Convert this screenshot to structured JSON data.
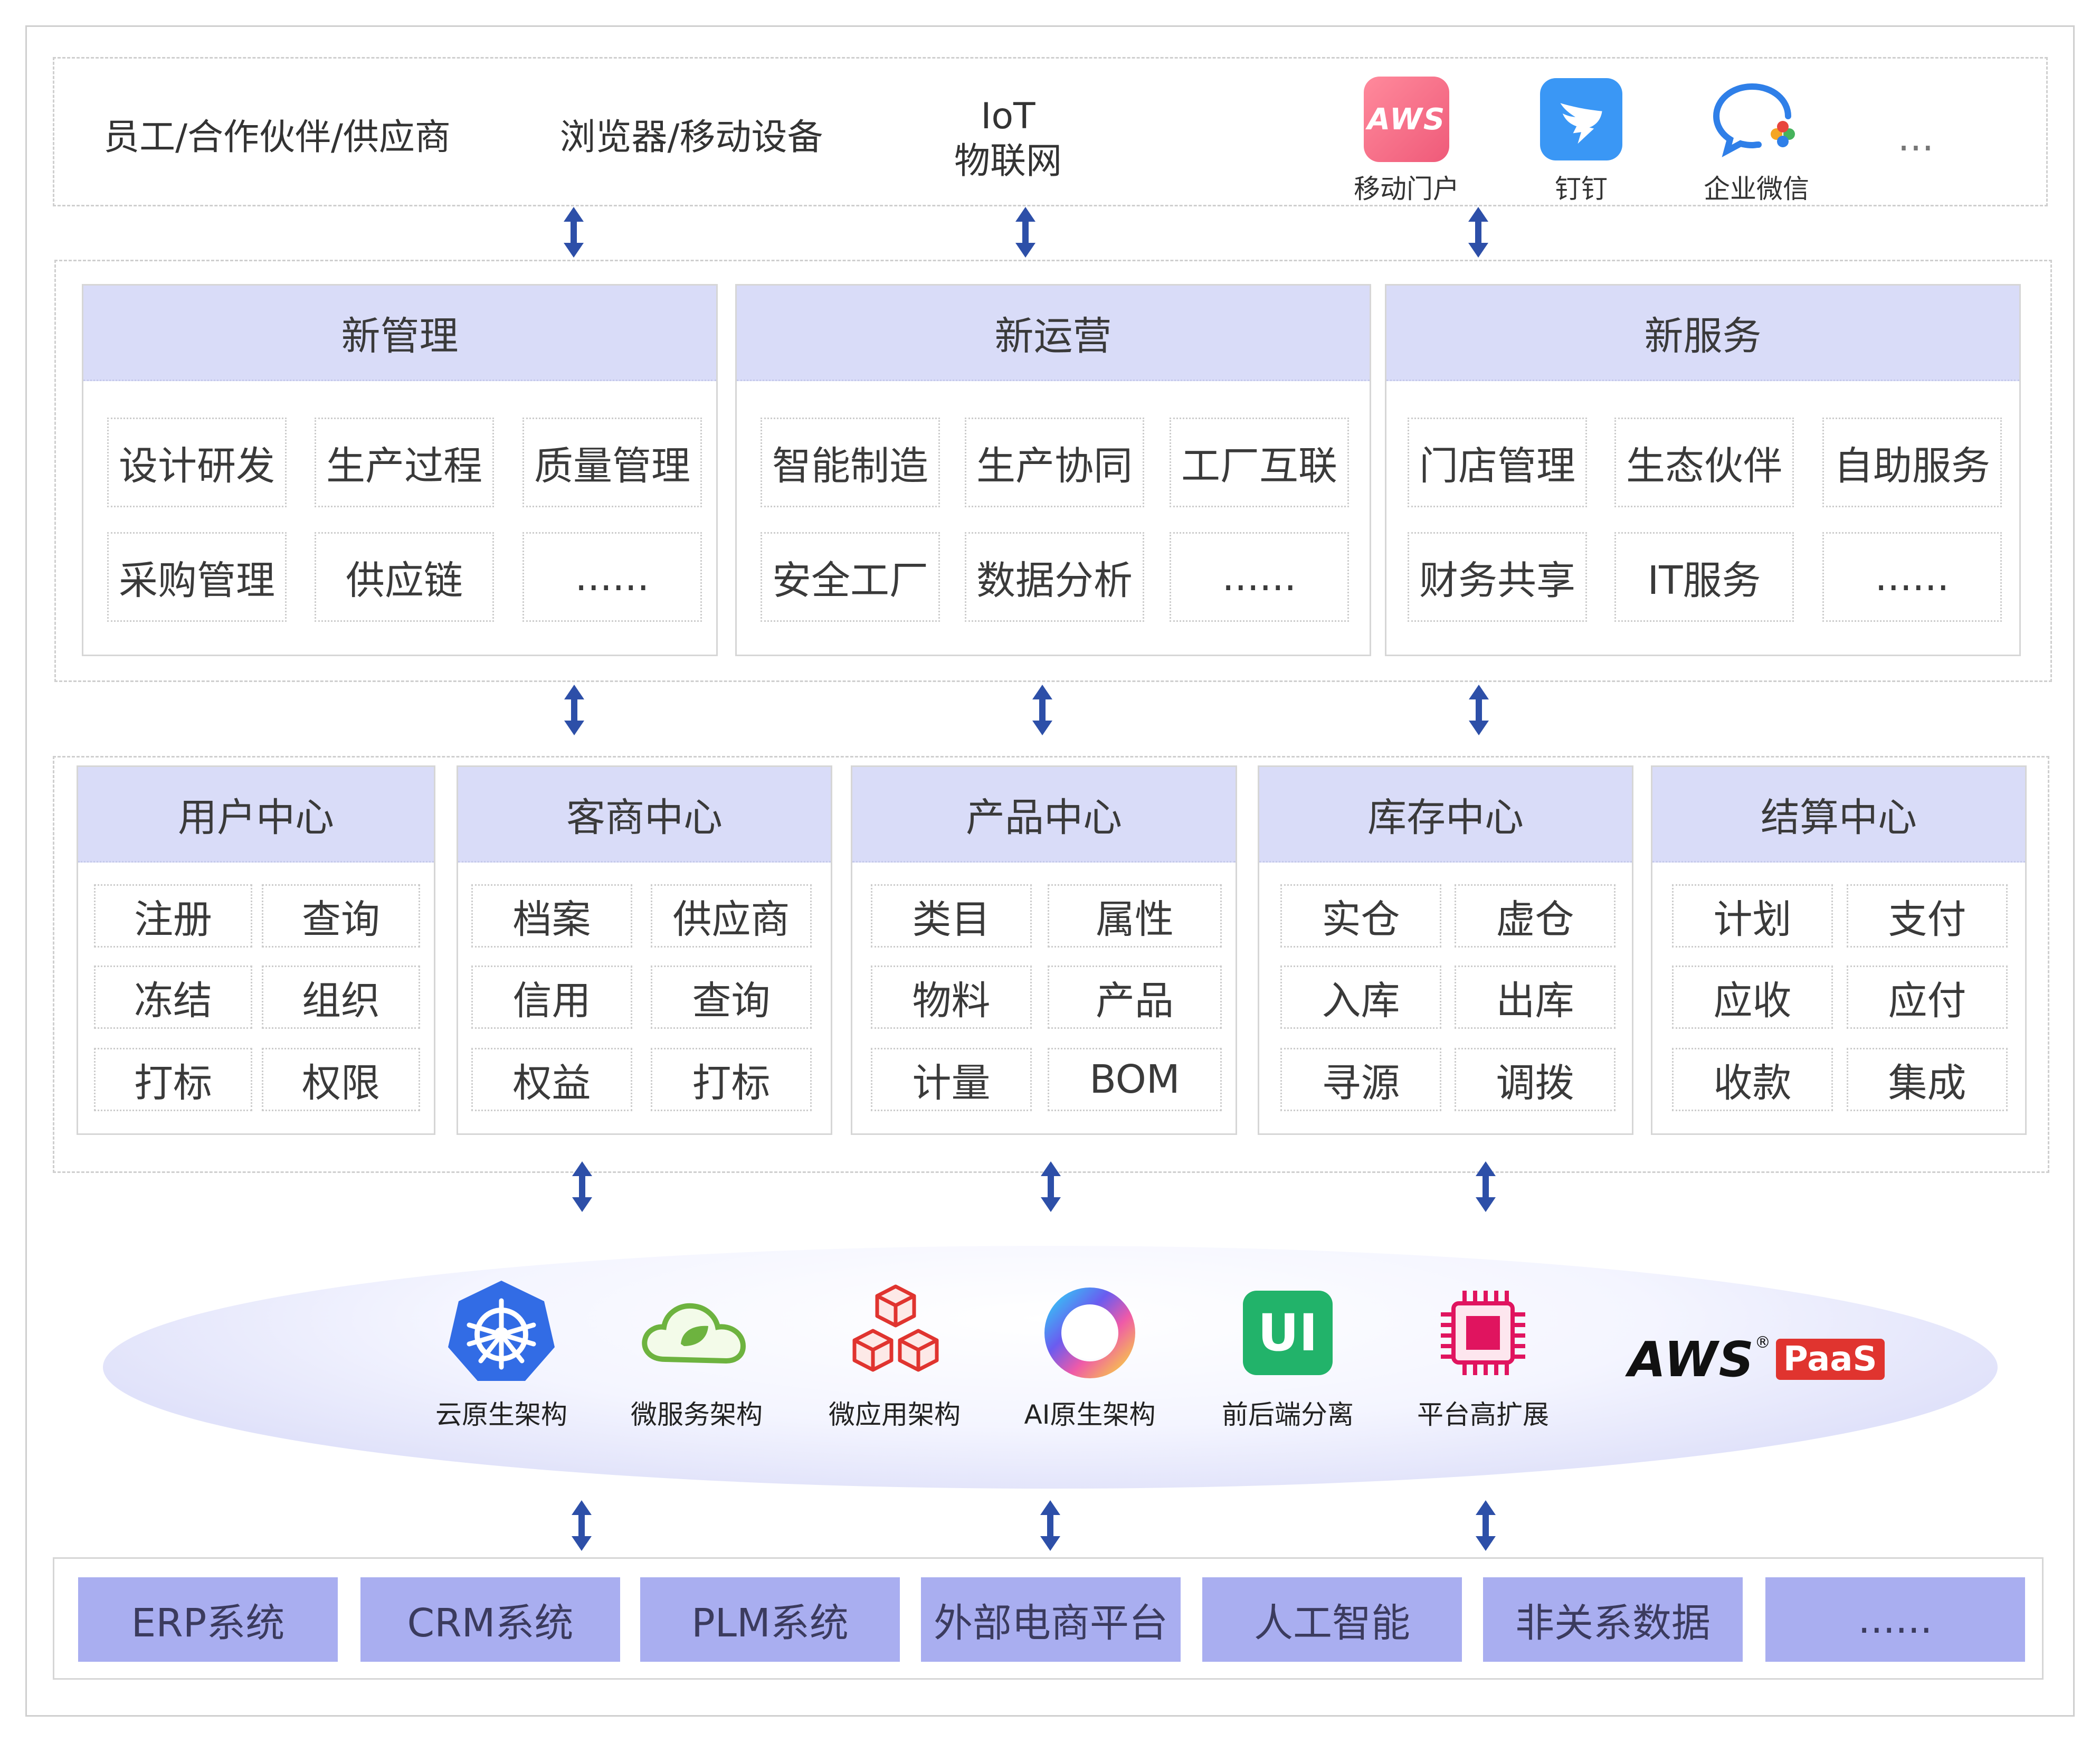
{
  "top_row": {
    "actors": "员工/合作伙伴/供应商",
    "devices": "浏览器/移动设备",
    "iot_line1": "IoT",
    "iot_line2": "物联网",
    "apps": [
      {
        "label": "移动门户",
        "icon": "aws-mobile-portal-icon",
        "badge": "AWS"
      },
      {
        "label": "钉钉",
        "icon": "dingtalk-icon"
      },
      {
        "label": "企业微信",
        "icon": "wecom-icon"
      }
    ],
    "more": "..."
  },
  "business_panels": [
    {
      "title": "新管理",
      "items": [
        "设计研发",
        "生产过程",
        "质量管理",
        "采购管理",
        "供应链",
        "......"
      ]
    },
    {
      "title": "新运营",
      "items": [
        "智能制造",
        "生产协同",
        "工厂互联",
        "安全工厂",
        "数据分析",
        "......"
      ]
    },
    {
      "title": "新服务",
      "items": [
        "门店管理",
        "生态伙伴",
        "自助服务",
        "财务共享",
        "IT服务",
        "......"
      ]
    }
  ],
  "centers": [
    {
      "title": "用户中心",
      "items": [
        "注册",
        "查询",
        "冻结",
        "组织",
        "打标",
        "权限"
      ]
    },
    {
      "title": "客商中心",
      "items": [
        "档案",
        "供应商",
        "信用",
        "查询",
        "权益",
        "打标"
      ]
    },
    {
      "title": "产品中心",
      "items": [
        "类目",
        "属性",
        "物料",
        "产品",
        "计量",
        "BOM"
      ]
    },
    {
      "title": "库存中心",
      "items": [
        "实仓",
        "虚仓",
        "入库",
        "出库",
        "寻源",
        "调拨"
      ]
    },
    {
      "title": "结算中心",
      "items": [
        "计划",
        "支付",
        "应收",
        "应付",
        "收款",
        "集成"
      ]
    }
  ],
  "tech": [
    {
      "label": "云原生架构",
      "icon": "kubernetes-icon"
    },
    {
      "label": "微服务架构",
      "icon": "spring-cloud-icon"
    },
    {
      "label": "微应用架构",
      "icon": "cubes-icon"
    },
    {
      "label": "AI原生架构",
      "icon": "ai-ring-icon"
    },
    {
      "label": "前后端分离",
      "icon": "ui-icon",
      "badge": "UI"
    },
    {
      "label": "平台高扩展",
      "icon": "chip-icon"
    }
  ],
  "brand": {
    "aws": "AWS",
    "registered": "®",
    "paas": "PaaS"
  },
  "bottom_systems": [
    "ERP系统",
    "CRM系统",
    "PLM系统",
    "外部电商平台",
    "人工智能",
    "非关系数据",
    "......"
  ],
  "colors": {
    "panel_head": "#d9dcf8",
    "bottom_box": "#a9aef0",
    "arrow": "#2d4fa8",
    "aws_red": "#e0342f"
  }
}
